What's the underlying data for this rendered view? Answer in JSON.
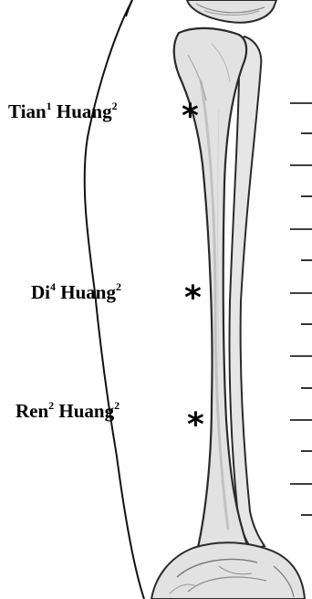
{
  "points": [
    {
      "id": "tian-huang",
      "syllable1": "Tian",
      "tone1": "1",
      "syllable2": "Huang",
      "tone2": "2",
      "marker": "*"
    },
    {
      "id": "di-huang",
      "syllable1": "Di",
      "tone1": "4",
      "syllable2": "Huang",
      "tone2": "2",
      "marker": "*"
    },
    {
      "id": "ren-huang",
      "syllable1": "Ren",
      "tone1": "2",
      "syllable2": "Huang",
      "tone2": "2",
      "marker": "*"
    }
  ],
  "colors": {
    "ink": "#000000",
    "bone_fill": "#e4e4e4",
    "bone_outline": "#2a2a2a",
    "background": "#ffffff"
  }
}
